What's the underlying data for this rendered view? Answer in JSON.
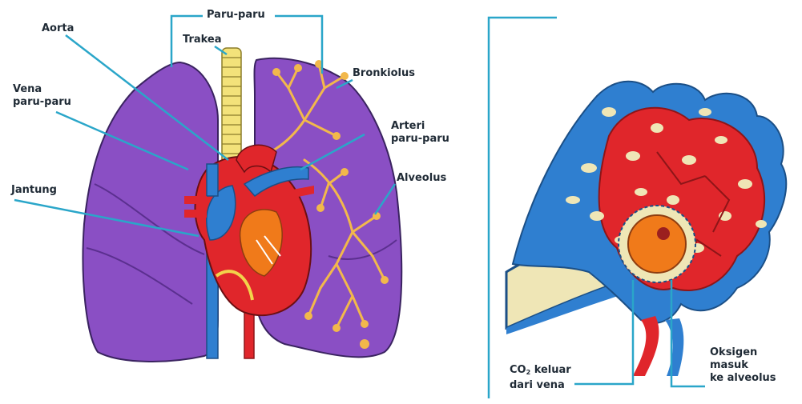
{
  "labels": {
    "paru_paru": "Paru-paru",
    "aorta": "Aorta",
    "trakea": "Trakea",
    "bronkiolus": "Bronkiolus",
    "vena_line1": "Vena",
    "vena_line2": "paru-paru",
    "arteri_line1": "Arteri",
    "arteri_line2": "paru-paru",
    "jantung": "Jantung",
    "alveolus": "Alveolus",
    "co2_prefix": "CO",
    "co2_sub": "2",
    "co2_rest": " keluar",
    "co2_line2": "dari vena",
    "oksigen_line1": "Oksigen",
    "oksigen_line2": "masuk",
    "oksigen_line3": "ke alveolus"
  },
  "colors": {
    "lung": "#8a4fc4",
    "lung_dark": "#6f36a8",
    "leader_line": "#2aa6c9",
    "vein_blue": "#2f7fd0",
    "artery_red": "#e0262b",
    "bronchi_yellow": "#f2b84b",
    "alveolus_cream": "#efe6b6",
    "alveolus_orange": "#f07a1a"
  }
}
